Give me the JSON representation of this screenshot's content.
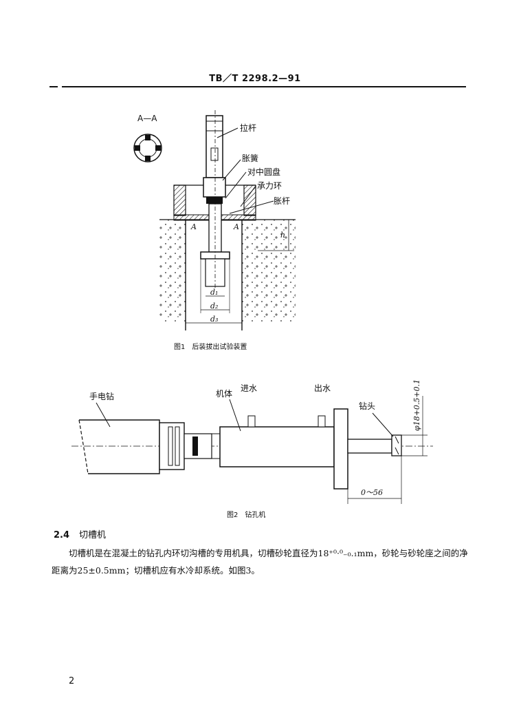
{
  "header": "TB／T 2298.2—91",
  "figure1": {
    "section_label": "A—A",
    "labels": {
      "pull_rod": "拉杆",
      "expansion_spring": "胀簧",
      "centering_disc": "对中圆盘",
      "bearing_ring": "承力环",
      "expansion_rod": "胀杆",
      "section_mark_left": "A",
      "section_mark_right": "A",
      "h": "h",
      "d1": "d₁",
      "d2": "d₂",
      "d3": "d₃"
    },
    "caption": "图1　后装拔出试验装置"
  },
  "figure2": {
    "labels": {
      "hand_drill": "手电钻",
      "body": "机体",
      "water_in": "进水",
      "water_out": "出水",
      "drill_head": "钻头",
      "diameter": "φ18+0.5+0.1",
      "travel": "0～56"
    },
    "caption": "图2　钻孔机"
  },
  "section": {
    "number": "2.4",
    "title": "切槽机"
  },
  "paragraph": "切槽机是在混凝土的钻孔内环切沟槽的专用机具，切槽砂轮直径为18⁺⁰·⁰₋₀.₁mm，砂轮与砂轮座之间的净距离为25±0.5mm；切槽机应有水冷却系统。如图3。",
  "page_number": "2"
}
